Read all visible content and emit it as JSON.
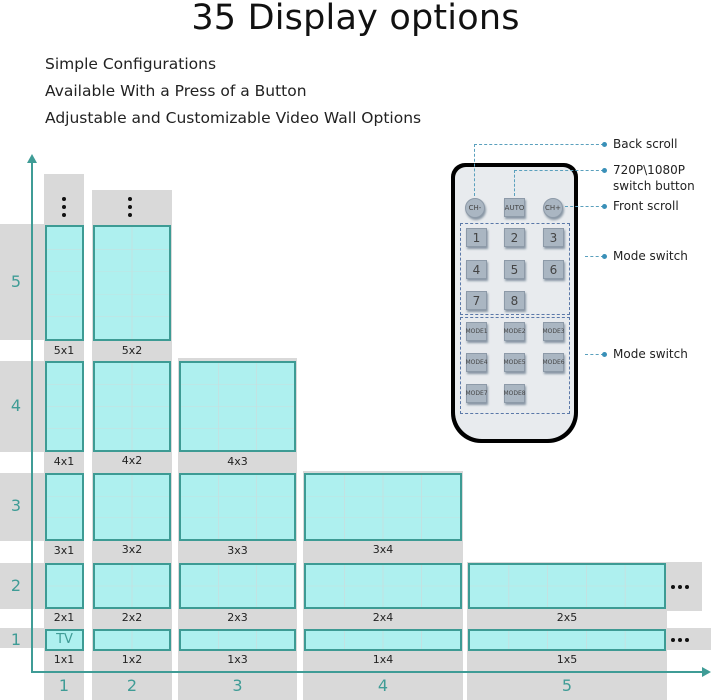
{
  "header": {
    "title": "35 Display options",
    "features": [
      "Simple Configurations",
      "Available With a Press of a Button",
      "Adjustable and Customizable Video Wall Options"
    ]
  },
  "wall": {
    "x_axis": [
      "1",
      "2",
      "3",
      "4",
      "5"
    ],
    "y_axis": [
      "1",
      "2",
      "3",
      "4",
      "5"
    ],
    "layouts": {
      "r5c1": "5x1",
      "r5c2": "5x2",
      "r4c1": "4x1",
      "r4c2": "4x2",
      "r4c3": "4x3",
      "r3c1": "3x1",
      "r3c2": "3x2",
      "r3c3": "3x3",
      "r3c4": "3x4",
      "r2c1": "2x1",
      "r2c2": "2x2",
      "r2c3": "2x3",
      "r2c4": "2x4",
      "r2c5": "2x5",
      "r1c1": "1x1",
      "r1c2": "1x2",
      "r1c3": "1x3",
      "r1c4": "1x4",
      "r1c5": "1x5"
    },
    "tv_label": "TV",
    "colors": {
      "screen": "#aef0ef",
      "border": "#3d9b94",
      "axis": "#3f9c96",
      "band": "#d9d9d9"
    }
  },
  "remote": {
    "top_buttons": [
      "CH-",
      "AUTO",
      "CH+"
    ],
    "number_buttons": [
      "1",
      "2",
      "3",
      "4",
      "5",
      "6",
      "7",
      "8"
    ],
    "mode_buttons": [
      "MODE1",
      "MODE2",
      "MODE3",
      "MODE4",
      "MODE5",
      "MODE6",
      "MODE7",
      "MODE8"
    ],
    "callouts": {
      "back_scroll": "Back scroll",
      "switch_line1": "720P\\1080P",
      "switch_line2": "switch button",
      "front_scroll": "Front scroll",
      "mode_switch_1": "Mode switch",
      "mode_switch_2": "Mode switch"
    }
  }
}
